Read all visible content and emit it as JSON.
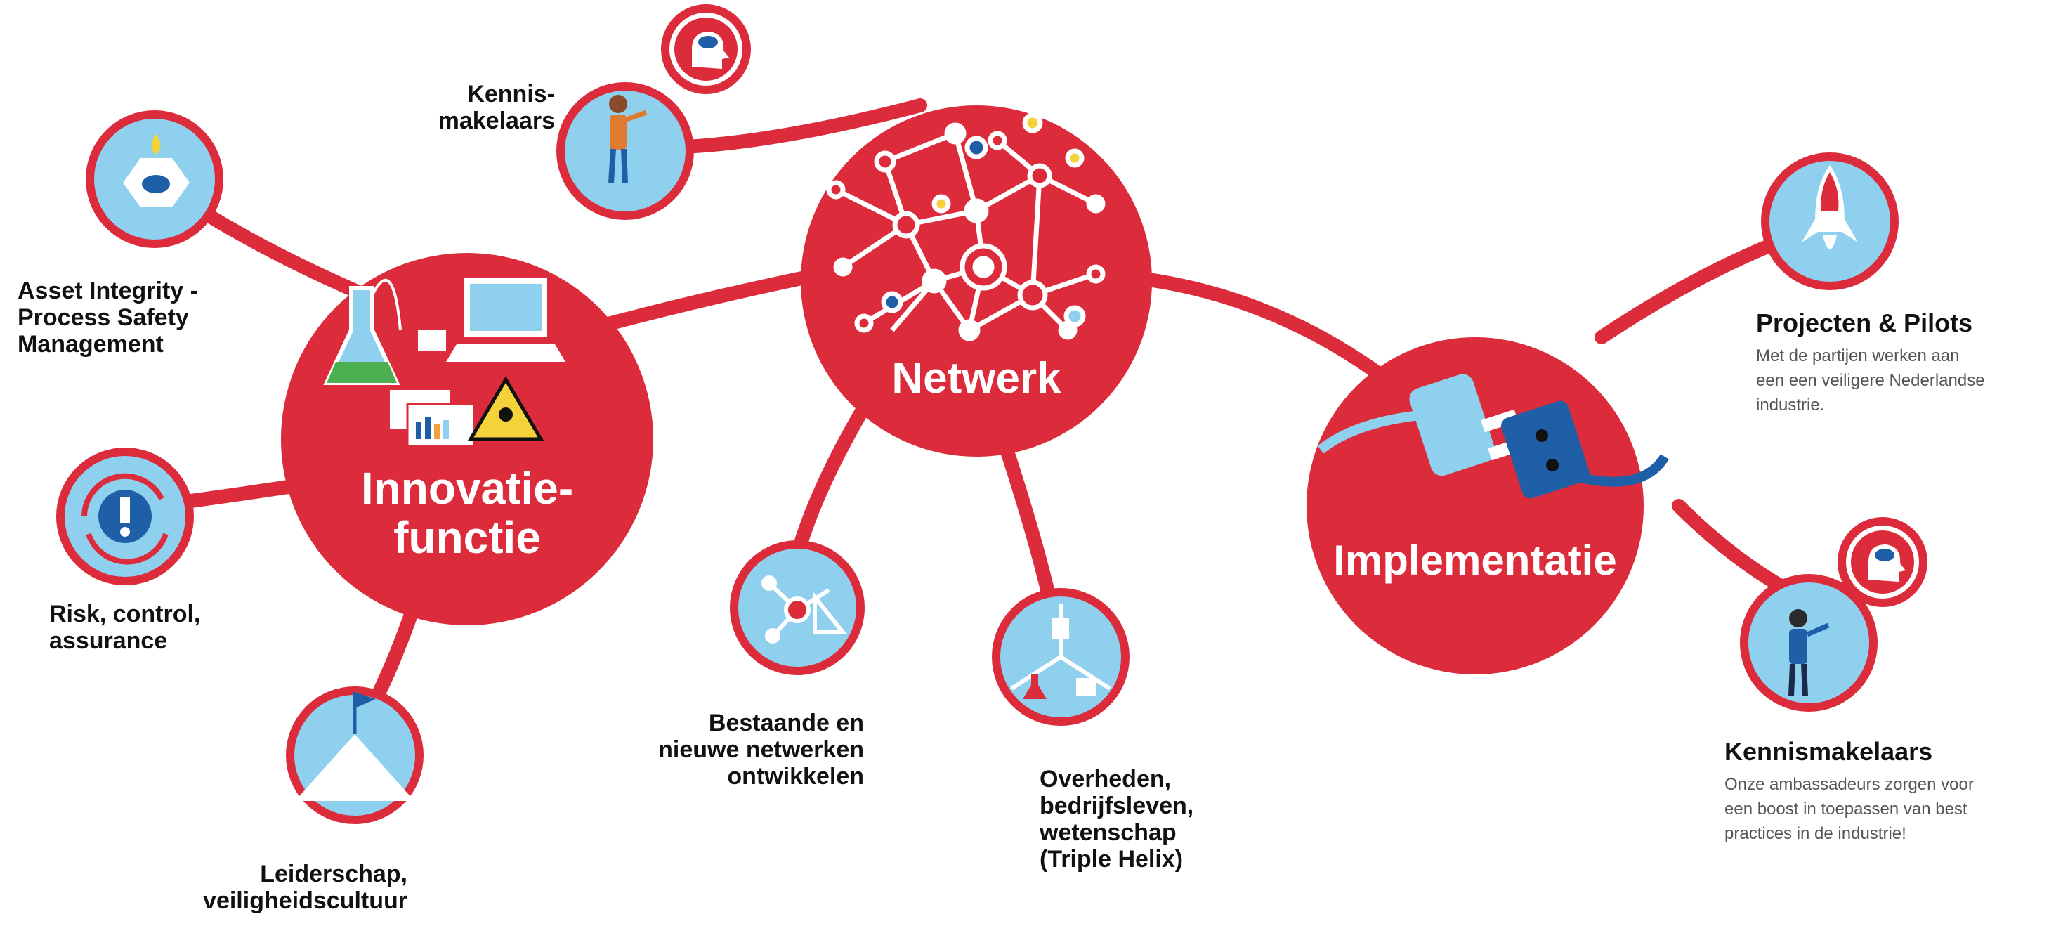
{
  "colors": {
    "red": "#dc2b3b",
    "light_blue": "#8fd0ee",
    "dark_blue": "#1f5fa8",
    "yellow": "#f3d23a",
    "ink": "#111111",
    "grey_text": "#555555"
  },
  "hubs": {
    "innovatie": {
      "label": "Innovatie-\nfunctie"
    },
    "netwerk": {
      "label": "Netwerk"
    },
    "implementatie": {
      "label": "Implementatie"
    }
  },
  "labels": {
    "kennis_top": "Kennis-\nmakelaars",
    "asset": "Asset Integrity -\nProcess Safety\nManagement",
    "risk": "Risk, control,\nassurance",
    "leider": "Leiderschap,\nveiligheidscultuur",
    "bestaande": "Bestaande en\nnieuwe netwerken\nontwikkelen",
    "overheden": "Overheden,\nbedrijfsleven,\nwetenschap\n(Triple Helix)",
    "projecten_title": "Projecten & Pilots",
    "projecten_desc": "Met de partijen werken aan\neen een veiligere Nederlandse\nindustrie.",
    "kennis_right_title": "Kennismakelaars",
    "kennis_right_desc": "Onze ambassadeurs zorgen voor\neen boost in toepassen van best\npractices in de industrie!"
  },
  "icons": {
    "brain_top": "head-brain-icon",
    "person_top": "presenter-person-icon",
    "asset": "nut-drop-icon",
    "risk": "alert-cycle-icon",
    "leider": "mountain-flag-icon",
    "bestaande": "tools-network-icon",
    "overheden": "triple-helix-icon",
    "projecten": "rocket-icon",
    "brain_right": "head-brain-icon",
    "person_right": "presenter-person-icon",
    "plug": "plug-socket-icon",
    "lab": "lab-equipment-icon"
  }
}
